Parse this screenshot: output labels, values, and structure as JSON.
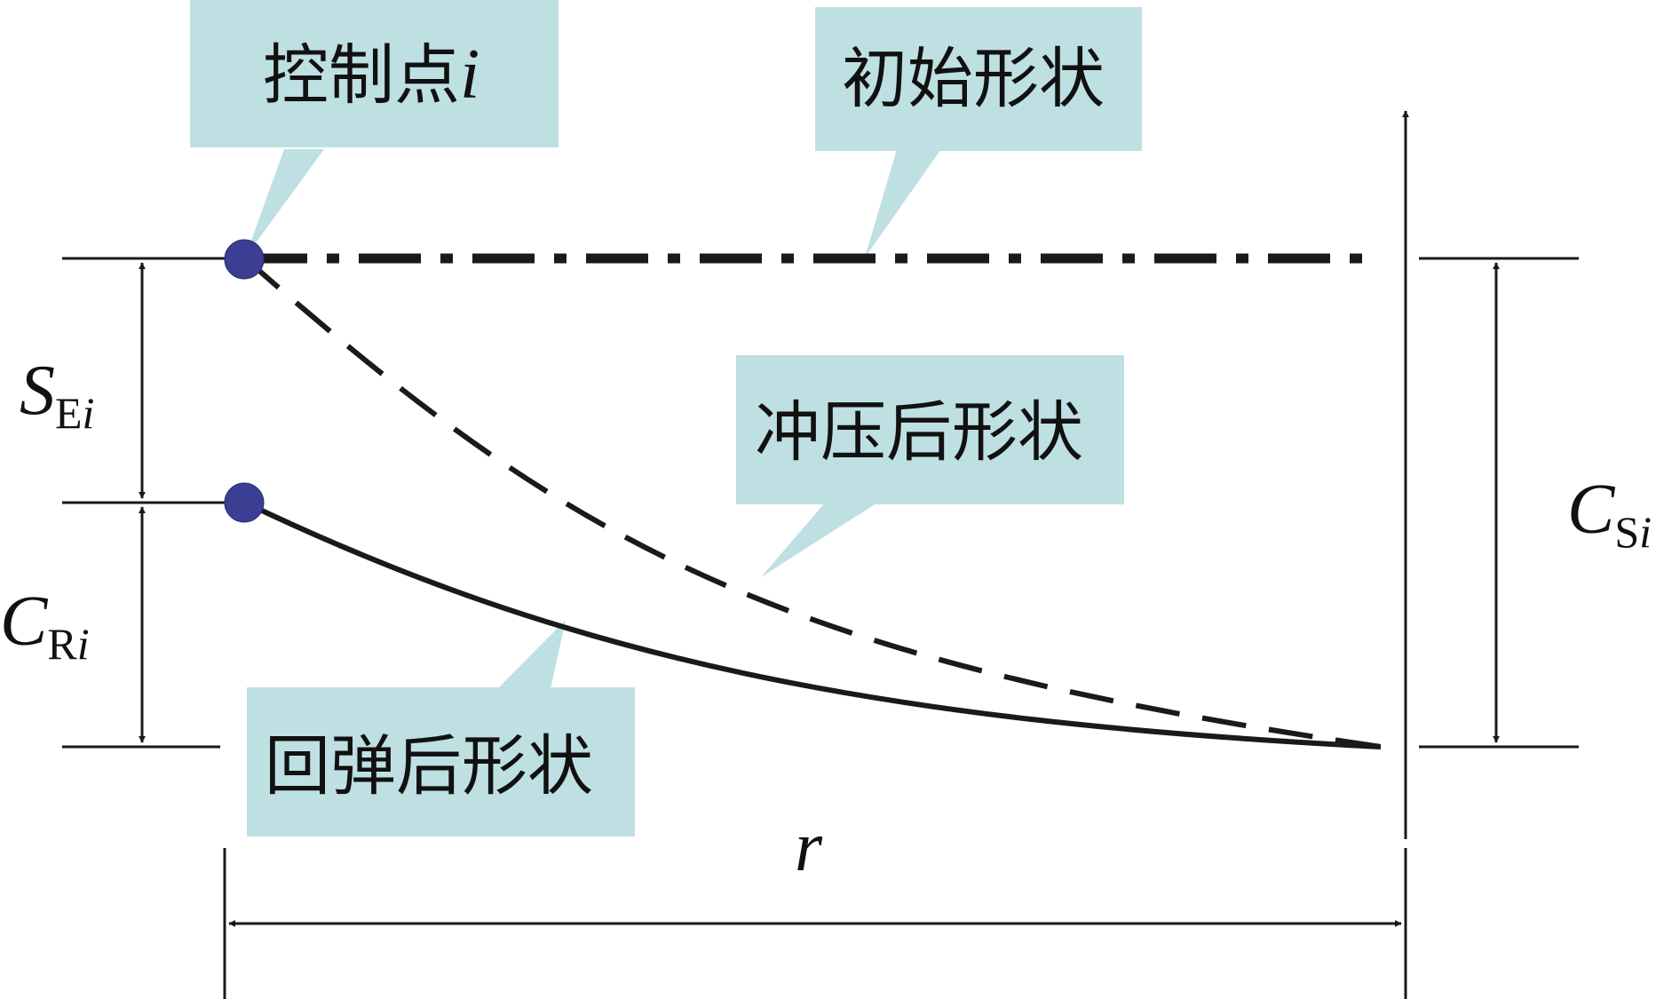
{
  "callouts": {
    "control_point": "控制点",
    "control_point_index": "i",
    "initial_shape": "初始形状",
    "stamped_shape": "冲压后形状",
    "springback_shape": "回弹后形状"
  },
  "dimensions": {
    "se": {
      "symbol": "S",
      "sub": "E",
      "sub_index": "i"
    },
    "cr": {
      "symbol": "C",
      "sub": "R",
      "sub_index": "i"
    },
    "cs": {
      "symbol": "C",
      "sub": "S",
      "sub_index": "i"
    },
    "r": "r"
  },
  "colors": {
    "callout_fill": "#bfe0e2",
    "point_fill": "#3a3f93",
    "line": "#1a1a1a"
  }
}
